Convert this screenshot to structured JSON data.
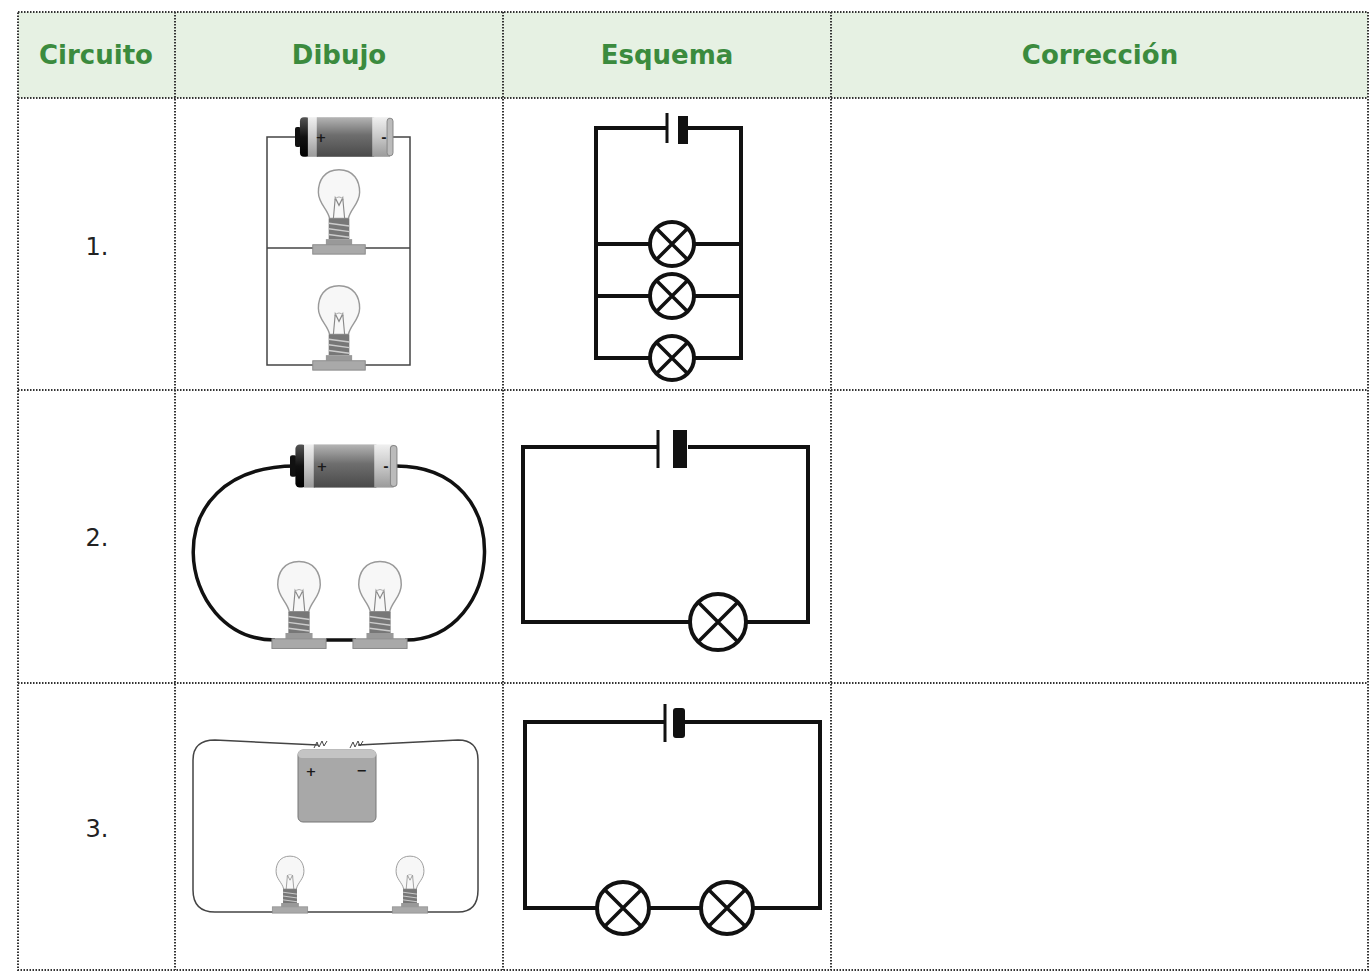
{
  "diagram": {
    "labels": [
      "Circuito",
      "Dibujo",
      "Esquema",
      "Corrección",
      "1.",
      "2.",
      "3.",
      "+",
      "-",
      "+",
      "-",
      "+",
      "−"
    ]
  }
}
